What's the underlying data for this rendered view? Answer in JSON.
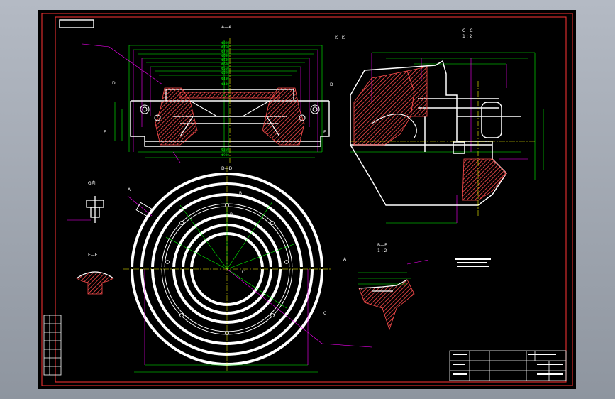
{
  "drawing": {
    "stamp": "",
    "views": {
      "section_a": "A—A",
      "section_k": "K—K",
      "section_c": "C—C",
      "section_c_scale": "1 : 2",
      "section_b": "B—B",
      "section_b_scale": "1 : 2",
      "view_d": "D—D",
      "view_g": "G向",
      "section_e": "E—E"
    },
    "cut_marks": {
      "d_left": "D",
      "d_right": "D",
      "f_left": "F",
      "f_right": "F",
      "a_left": "A",
      "a_right": "A",
      "b_top": "B",
      "b_mid": "B",
      "c_mid": "C",
      "c_bot": "C"
    },
    "title_block": {
      "drawing_name": "",
      "code": "",
      "material": ""
    }
  },
  "colors": {
    "background": "#000000",
    "frame": "#ff3333",
    "outline": "#ffffff",
    "dimension": "#00ff00",
    "hatch": "#ff4d4d",
    "leader": "#ff00ff",
    "centerline": "#ffff00",
    "viewport": "#9aa1ab"
  }
}
